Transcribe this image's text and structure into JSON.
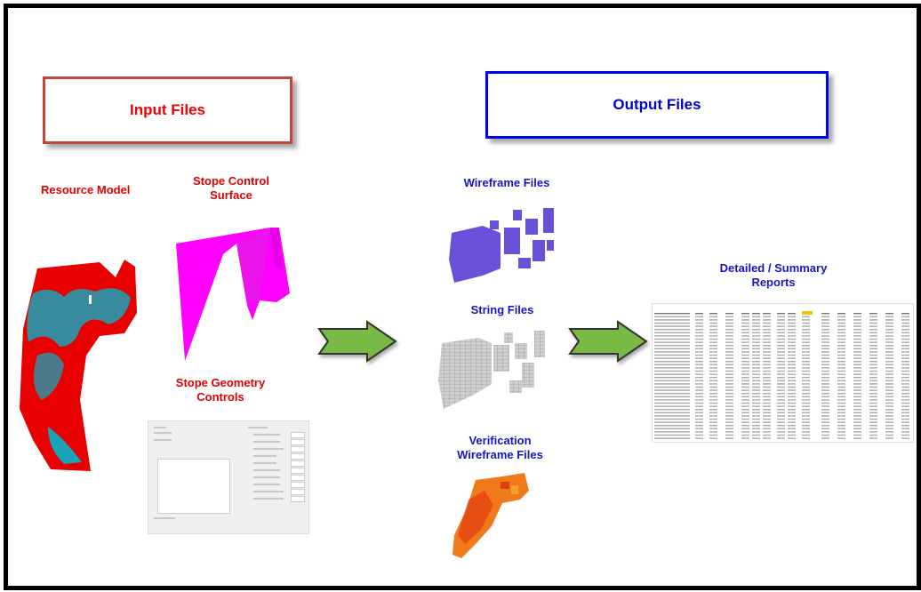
{
  "input": {
    "heading": "Input Files",
    "items": [
      {
        "label": "Resource Model"
      },
      {
        "label_line1": "Stope Control",
        "label_line2": "Surface"
      },
      {
        "label_line1": "Stope Geometry",
        "label_line2": "Controls"
      }
    ],
    "accent": "#e00000",
    "border": "#c0473a"
  },
  "output": {
    "heading": "Output Files",
    "items": [
      {
        "label": "Wireframe Files"
      },
      {
        "label": "String Files"
      },
      {
        "label_line1": "Verification",
        "label_line2": "Wireframe Files"
      },
      {
        "label_line1": "Detailed / Summary",
        "label_line2": "Reports"
      }
    ],
    "accent": "#1515c8",
    "border": "#0000ee"
  },
  "arrows": [
    {
      "name": "input-to-output-arrow",
      "color": "#77bb44"
    },
    {
      "name": "output-to-reports-arrow",
      "color": "#77bb44"
    }
  ]
}
